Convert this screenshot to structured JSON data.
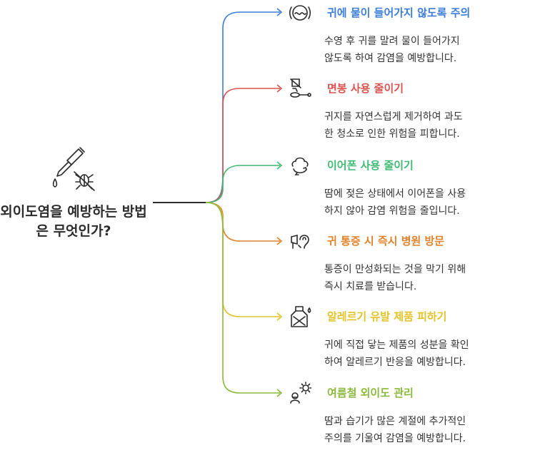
{
  "title": "외이도염을 예방하는 방법은 무엇인가?",
  "colors": {
    "blue": "#3b7dd8",
    "red": "#d9534f",
    "green": "#3fba72",
    "orange": "#e0822a",
    "yellow": "#e2c32a",
    "lime": "#8ab83c",
    "text": "#2b2b2b"
  },
  "branches": [
    {
      "title": "귀에 물이 들어가지 않도록 주의",
      "desc1": "수영 후 귀를 말려 물이 들어가지",
      "desc2": "않도록 하여 감염을 예방합니다.",
      "icon": "ear-water-icon"
    },
    {
      "title": "면봉 사용 줄이기",
      "desc1": "귀지를 자연스럽게 제거하여 과도",
      "desc2": "한 청소로 인한 위험을 피합니다.",
      "icon": "cotton-swab-icon"
    },
    {
      "title": "이어폰 사용 줄이기",
      "desc1": "땀에 젖은 상태에서 이어폰을 사용",
      "desc2": "하지 않아 감염 위험을 줄입니다.",
      "icon": "earphone-icon"
    },
    {
      "title": "귀 통증 시 즉시 병원 방문",
      "desc1": "통증이 만성화되는 것을 막기 위해",
      "desc2": "즉시 치료를 받습니다.",
      "icon": "ear-pain-icon"
    },
    {
      "title": "알레르기 유발 제품 피하기",
      "desc1": "귀에 직접 닿는 제품의 성분을 확인",
      "desc2": "하여 알레르기 반응을 예방합니다.",
      "icon": "product-bottle-icon"
    },
    {
      "title": "여름철 외이도 관리",
      "desc1": "땀과 습기가 많은 계절에 추가적인",
      "desc2": "주의를 기울여 감염을 예방합니다.",
      "icon": "summer-sun-icon"
    }
  ]
}
